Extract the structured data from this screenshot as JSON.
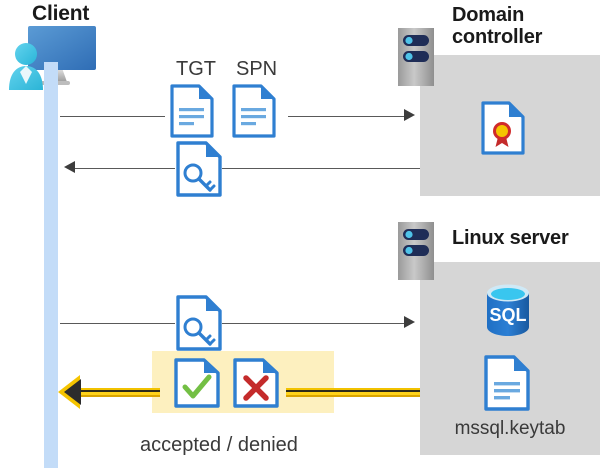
{
  "diagram": {
    "type": "sequence-diagram",
    "subject": "Kerberos authentication to SQL Server on Linux"
  },
  "actors": {
    "client": {
      "title": "Client",
      "icon": "user-with-monitor-icon",
      "lifeline_color": "#c3dcf8"
    },
    "domain_controller": {
      "title": "Domain controller",
      "icon": "server-tower-icon",
      "panel_color": "#d6d6d6",
      "contents": [
        {
          "icon": "certificate-document-icon",
          "label": ""
        }
      ]
    },
    "linux_server": {
      "title": "Linux server",
      "icon": "server-tower-icon",
      "panel_color": "#d6d6d6",
      "contents": [
        {
          "icon": "sql-database-icon",
          "label": "SQL"
        },
        {
          "icon": "keytab-document-icon",
          "label": "mssql.keytab"
        }
      ]
    }
  },
  "messages": [
    {
      "id": "msg-1",
      "from": "client",
      "to": "domain_controller",
      "direction": "right",
      "payload_icons": [
        "tgt-document-icon",
        "spn-document-icon"
      ],
      "labels": [
        "TGT",
        "SPN"
      ]
    },
    {
      "id": "msg-2",
      "from": "domain_controller",
      "to": "client",
      "direction": "left",
      "payload_icons": [
        "ticket-key-document-icon"
      ],
      "labels": []
    },
    {
      "id": "msg-3",
      "from": "client",
      "to": "linux_server",
      "direction": "right",
      "payload_icons": [
        "ticket-key-document-icon"
      ],
      "labels": []
    },
    {
      "id": "msg-4",
      "from": "linux_server",
      "to": "client",
      "direction": "left",
      "highlighted": true,
      "highlight_color": "#fdf0bf",
      "arrow_color": "#f5c400",
      "payload_icons": [
        "accepted-document-icon",
        "denied-document-icon"
      ],
      "result_label": "accepted / denied"
    }
  ],
  "labels": {
    "tgt": "TGT",
    "spn": "SPN",
    "result": "accepted / denied",
    "keytab": "mssql.keytab",
    "sql": "SQL"
  },
  "colors": {
    "accent_blue": "#2f7fd1",
    "doc_border": "#2f7fd1",
    "panel_gray": "#d6d6d6",
    "line_gray": "#595959",
    "highlight_yellow": "#fdf0bf",
    "gold_arrow": "#f5c400",
    "accept_green": "#73bf44",
    "deny_red": "#c42b2b",
    "text_dark": "#1a1a1a",
    "lifeline_blue": "#c3dcf8"
  }
}
